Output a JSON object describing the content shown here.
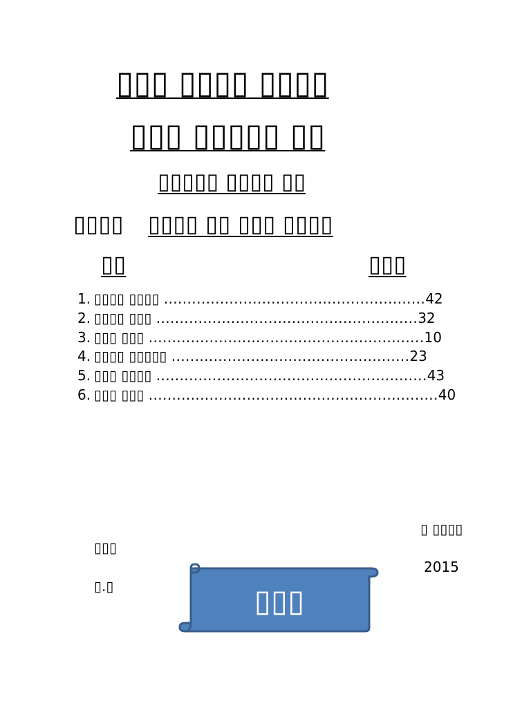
{
  "header": {
    "line1": "▯▯▯ ▯▯▯▯ ▯▯▯▯",
    "line2": "▯▯▯ ▯▯▯▯▯ ▯▯",
    "line3": "▯▯▯▯▯ ▯▯▯▯ ▯▯",
    "line4_label": "▯▯▯▯",
    "line4_value": "▯▯▯▯ ▯▯ ▯▯▯ ▯▯▯▯",
    "line5_left": "▯▯",
    "line5_right": "▯▯▯"
  },
  "toc": [
    {
      "num": "1.",
      "label": "▯▯▯▯ ▯▯▯▯",
      "dots": "........................................................",
      "page": "42"
    },
    {
      "num": "2.",
      "label": "▯▯▯▯ ▯▯▯",
      "dots": "........................................................",
      "page": "32"
    },
    {
      "num": "3.",
      "label": "▯▯▯ ▯▯▯",
      "dots": "...........................................................",
      "page": "10"
    },
    {
      "num": "4.",
      "label": "▯▯▯▯ ▯▯▯▯▯",
      "dots": "...................................................",
      "page": "23"
    },
    {
      "num": "5.",
      "label": "▯▯▯ ▯▯▯▯",
      "dots": "..........................................................",
      "page": "43"
    },
    {
      "num": "6.",
      "label": "▯▯▯ ▯▯▯",
      "dots": "..............................................................",
      "page": "40"
    }
  ],
  "footer": {
    "right_top": "▯ ▯▯▯▯",
    "left_top": "▯▯▯",
    "right_year": "2015",
    "left_bottom": "▯.▯",
    "scroll_label": "▯▯▯"
  },
  "colors": {
    "scroll_fill": "#4f81bd",
    "scroll_stroke": "#385d8a",
    "text": "#000000"
  }
}
